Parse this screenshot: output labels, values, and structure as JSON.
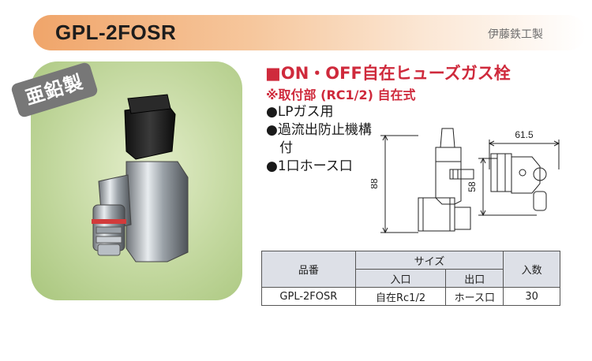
{
  "header": {
    "model": "GPL-2FOSR",
    "maker": "伊藤鉄工製"
  },
  "photo": {
    "badge": "亜鉛製"
  },
  "description": {
    "headline": "■ON・OFF自在ヒューズガス栓",
    "subline": "※取付部 (RC1/2) 自在式",
    "features": [
      "●LPガス用",
      "●過流出防止機構付",
      "●1口ホース口"
    ]
  },
  "drawing": {
    "dim_width": "61.5",
    "dim_height_total": "88",
    "dim_height_side": "58"
  },
  "spec_table": {
    "col_part": "品番",
    "col_size": "サイズ",
    "col_inlet": "入口",
    "col_outlet": "出口",
    "col_qty": "入数",
    "rows": [
      {
        "part": "GPL-2FOSR",
        "inlet": "自在Rc1/2",
        "outlet": "ホース口",
        "qty": "30"
      }
    ]
  },
  "colors": {
    "accent_red": "#cf2a3c",
    "header_orange": "#f0a56a",
    "panel_green": "#c3d89f",
    "table_header": "#dde0e7"
  }
}
